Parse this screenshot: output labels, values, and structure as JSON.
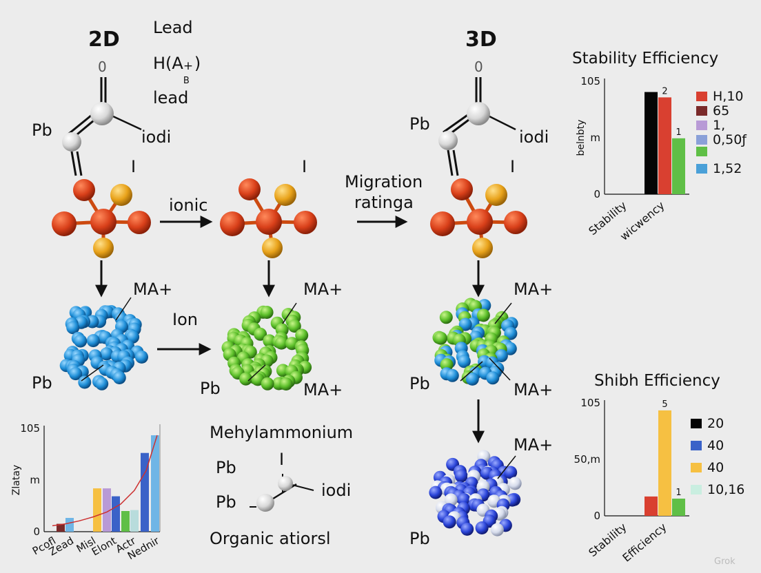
{
  "diagram": {
    "label_2d": "2D",
    "label_3d": "3D",
    "formula": {
      "lead_top": "Lead",
      "habx": "H(A",
      "sup": "+",
      "sub": "B",
      "close": ")",
      "lead_lower": "lead"
    },
    "atom_o_left": "0",
    "atom_o_right": "0",
    "pb_labels": [
      "Pb",
      "Pb",
      "Pb",
      "Pb",
      "Pb"
    ],
    "iodi_labels": [
      "iodi",
      "iodi",
      "iodi"
    ],
    "i_labels": [
      "I",
      "I",
      "I",
      "I"
    ],
    "ionic": "ionic",
    "ion": "Ion",
    "migration": [
      "Migration",
      "ratinga"
    ],
    "ma_labels": [
      "MA+",
      "MA+",
      "MA+",
      "MA+",
      "MA+",
      "MA+"
    ],
    "methylammonium": "Mehylammonium",
    "pb_small": [
      "Pb",
      "Pb"
    ],
    "iodi_small": "iodi",
    "i_small": "I",
    "organic": "Organic atiorsl",
    "watermark": "Grok"
  },
  "chart_data": [
    {
      "type": "bar",
      "title": "Stability Efficiency",
      "ylabel": "belnbty",
      "ytick_top": "105",
      "ytick_mid": "m",
      "ytick_zero": "0",
      "ylim": [
        0,
        105
      ],
      "categories": [
        "Stability",
        "wicwency"
      ],
      "series": [
        {
          "color": "#050505",
          "value": 95
        },
        {
          "color": "#d94030",
          "value": 90,
          "label": "2"
        },
        {
          "color": "#5fbf46",
          "value": 52,
          "label": "1"
        }
      ],
      "legend": [
        {
          "color": "#d94030",
          "text": "H,10"
        },
        {
          "color": "#7a2a2a",
          "text": "65"
        },
        {
          "color": "#b89ad6",
          "text": "1,"
        },
        {
          "color": "#8aa0d8",
          "text": "0,50ƒ"
        },
        {
          "color": "#5fbf46",
          "text": ""
        },
        {
          "color": "#4aa0d8",
          "text": "1,52"
        }
      ]
    },
    {
      "type": "bar",
      "title": "Shibh Efficiency",
      "ytick_top": "105",
      "ytick_mid": "50,m",
      "ytick_zero": "0",
      "ylim": [
        0,
        105
      ],
      "categories": [
        "Stability",
        "Efficiency"
      ],
      "series": [
        {
          "color": "#d94030",
          "value": 18
        },
        {
          "color": "#f6c042",
          "value": 98,
          "label": "5"
        },
        {
          "color": "#5fbf46",
          "value": 16,
          "label": "1"
        }
      ],
      "legend": [
        {
          "color": "#050505",
          "text": "20"
        },
        {
          "color": "#3a62c8",
          "text": "40"
        },
        {
          "color": "#f6c042",
          "text": "40"
        },
        {
          "color": "#c9eee0",
          "text": "10,16"
        }
      ]
    },
    {
      "type": "bar",
      "ylabel": "Zlatay",
      "ytick_top": "105",
      "ytick_mid": "m",
      "ytick_zero": "0",
      "ylim": [
        0,
        105
      ],
      "categories": [
        "Pcofl",
        "Zead",
        "Misl",
        "Elont",
        "Actr",
        "Nednir"
      ],
      "bars": [
        {
          "color": "#7a2a2a",
          "value": 8
        },
        {
          "color": "#6fb5e6",
          "value": 14
        },
        {
          "color": "#f6c042",
          "value": 44
        },
        {
          "color": "#b89ad6",
          "value": 44
        },
        {
          "color": "#3a62c8",
          "value": 36
        },
        {
          "color": "#5fbf46",
          "value": 21
        },
        {
          "color": "#b8dcdc",
          "value": 22
        },
        {
          "color": "#3a62c8",
          "value": 80
        },
        {
          "color": "#6fb5e6",
          "value": 98
        }
      ],
      "curve": [
        6,
        8,
        11,
        15,
        20,
        28,
        42,
        62,
        98
      ]
    }
  ]
}
